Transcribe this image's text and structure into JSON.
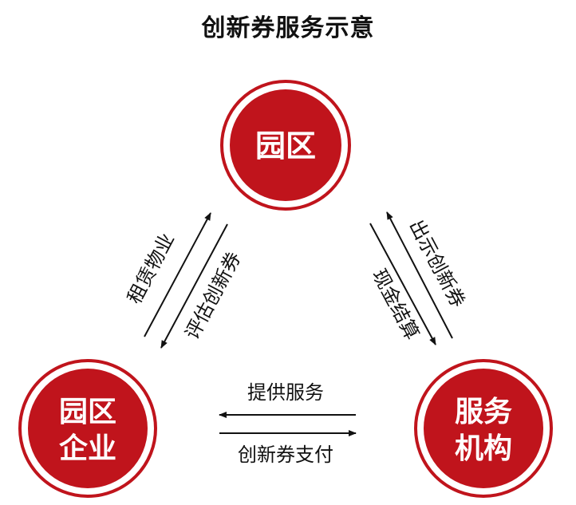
{
  "title": "创新券服务示意",
  "colors": {
    "node_fill": "#c0141c",
    "node_ring": "#c0141c",
    "node_text": "#ffffff",
    "arrow": "#111111"
  },
  "nodes": {
    "park": {
      "lines": [
        "园区"
      ]
    },
    "enterprise": {
      "lines": [
        "园区",
        "企业"
      ]
    },
    "provider": {
      "lines": [
        "服务",
        "机构"
      ]
    }
  },
  "edges": {
    "enterprise_to_park": "租赁物业",
    "park_to_enterprise": "评估创新券",
    "provider_to_park": "出示创新券",
    "park_to_provider": "现金结算",
    "provider_to_enterprise": "提供服务",
    "enterprise_to_provider": "创新券支付"
  }
}
